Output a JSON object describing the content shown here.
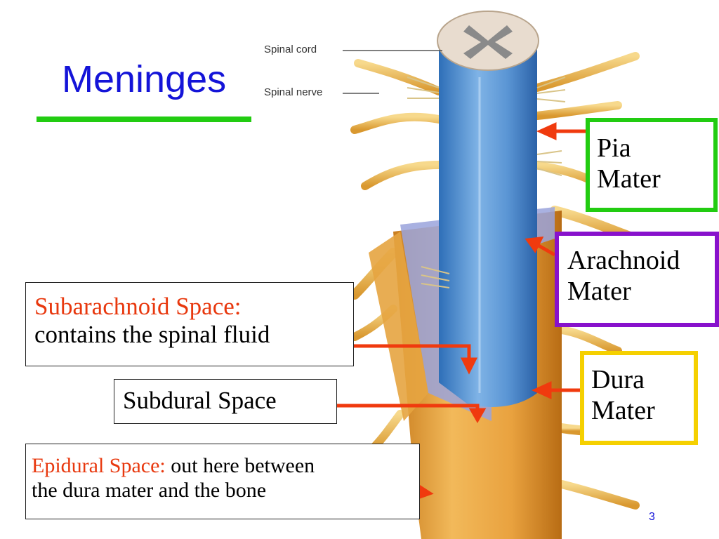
{
  "slide": {
    "title": "Meninges",
    "page_number": "3",
    "figure_labels": {
      "spinal_cord": "Spinal cord",
      "spinal_nerve": "Spinal nerve"
    },
    "callouts": {
      "pia": {
        "line1": "Pia",
        "line2": "Mater"
      },
      "arachnoid": {
        "line1": "Arachnoid",
        "line2": "Mater"
      },
      "dura": {
        "line1": "Dura",
        "line2": "Mater"
      },
      "subarachnoid": {
        "heading": "Subarachnoid Space:",
        "text": "contains the spinal fluid"
      },
      "subdural": {
        "text": "Subdural Space"
      },
      "epidural": {
        "heading": "Epidural Space:",
        "text": " out here between",
        "line2": "the dura mater and the bone"
      }
    }
  },
  "colors": {
    "title": "#1414d8",
    "title_rule": "#22cc11",
    "pia_border": "#22cc11",
    "arachnoid_border": "#8811cc",
    "dura_border": "#f5d000",
    "arrow": "#f03a0e",
    "cord": "#5b94d4",
    "dura": "#e8a23c",
    "nerve": "#f0c060"
  }
}
